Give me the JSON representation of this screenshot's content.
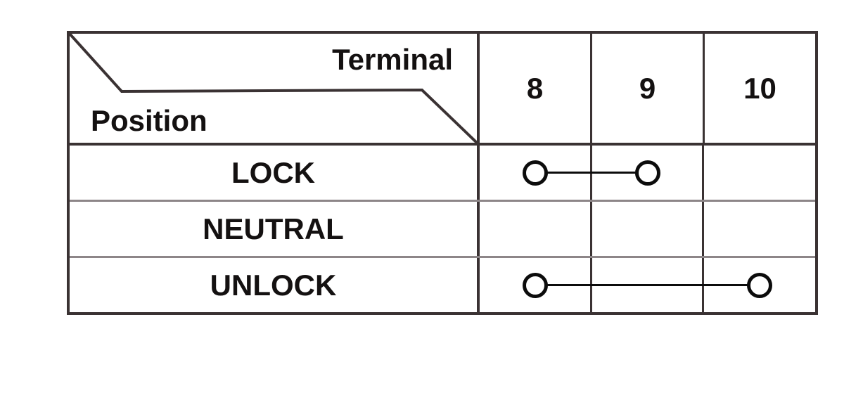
{
  "header": {
    "terminal_label": "Terminal",
    "position_label": "Position"
  },
  "columns": [
    "8",
    "9",
    "10"
  ],
  "rows": [
    {
      "position": "LOCK",
      "connections": [
        [
          "8",
          "9"
        ]
      ]
    },
    {
      "position": "NEUTRAL",
      "connections": []
    },
    {
      "position": "UNLOCK",
      "connections": [
        [
          "8",
          "10"
        ]
      ]
    }
  ],
  "symbols": {
    "continuity_marker": "circle",
    "continuity_link": "line"
  },
  "colors": {
    "border_dark": "#3a3233",
    "row_separator": "#8d8688",
    "symbol_black": "#0c0c0c",
    "text": "#141111",
    "background": "#ffffff"
  }
}
